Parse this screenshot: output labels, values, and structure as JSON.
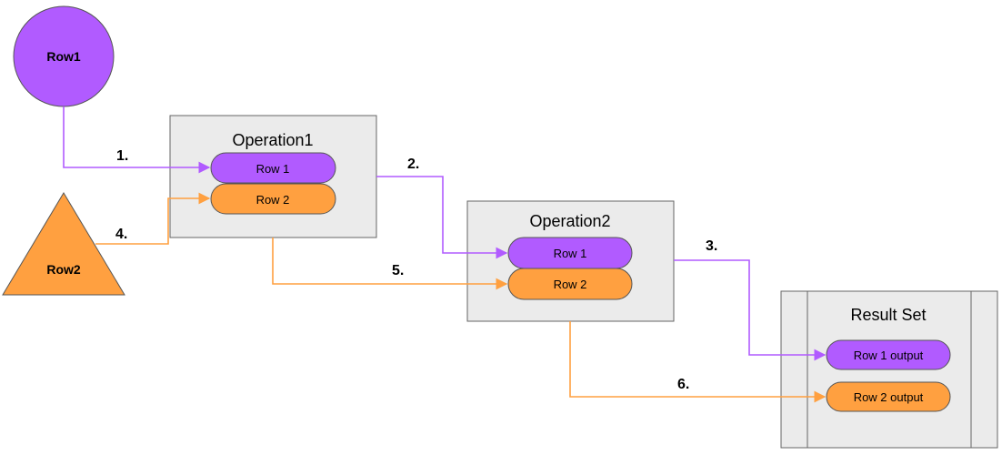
{
  "colors": {
    "purple": "#b15bff",
    "purple_stroke": "#7a3fb0",
    "orange": "#ffa040",
    "orange_stroke": "#c97a2a",
    "box_fill": "#ebebeb",
    "box_stroke": "#666666",
    "text": "#000000"
  },
  "sources": {
    "row1": {
      "label": "Row1",
      "shape": "circle"
    },
    "row2": {
      "label": "Row2",
      "shape": "triangle"
    }
  },
  "operation1": {
    "title": "Operation1",
    "row1": "Row 1",
    "row2": "Row 2"
  },
  "operation2": {
    "title": "Operation2",
    "row1": "Row 1",
    "row2": "Row 2"
  },
  "result_set": {
    "title": "Result Set",
    "row1": "Row 1 output",
    "row2": "Row 2 output"
  },
  "steps": {
    "s1": "1.",
    "s2": "2.",
    "s3": "3.",
    "s4": "4.",
    "s5": "5.",
    "s6": "6."
  }
}
